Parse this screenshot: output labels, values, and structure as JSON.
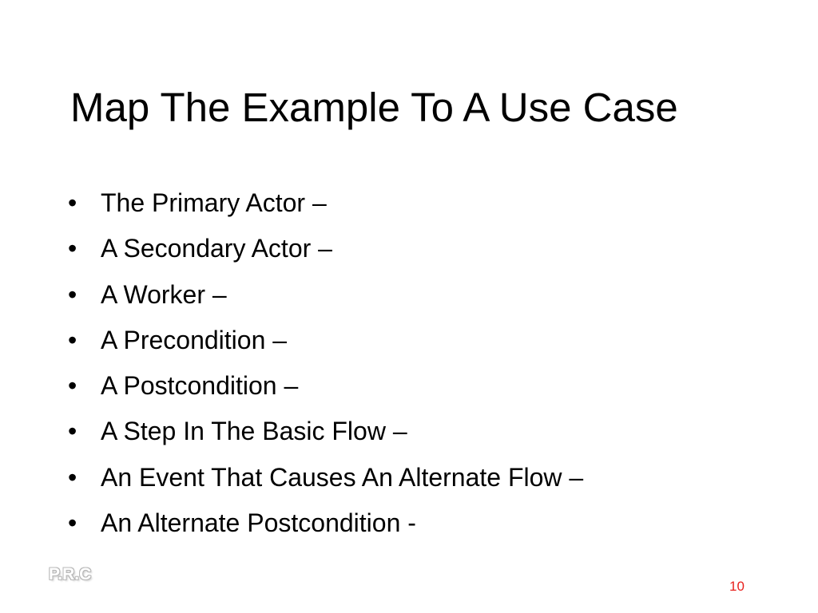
{
  "slide": {
    "title": "Map The Example To A Use Case",
    "bullet_symbol": "•",
    "bullets": [
      {
        "text": "The Primary Actor –"
      },
      {
        "text": "A Secondary Actor –"
      },
      {
        "text": "A Worker –"
      },
      {
        "text": "A Precondition –"
      },
      {
        "text": "A Postcondition –"
      },
      {
        "text": "A Step In The Basic Flow –"
      },
      {
        "text": "An Event That Causes An Alternate Flow –"
      },
      {
        "text": "An Alternate Postcondition -"
      }
    ],
    "logo_text": "P.R.C",
    "page_number": "10"
  },
  "colors": {
    "background": "#ffffff",
    "text": "#000000",
    "page_number": "#e8201c"
  }
}
